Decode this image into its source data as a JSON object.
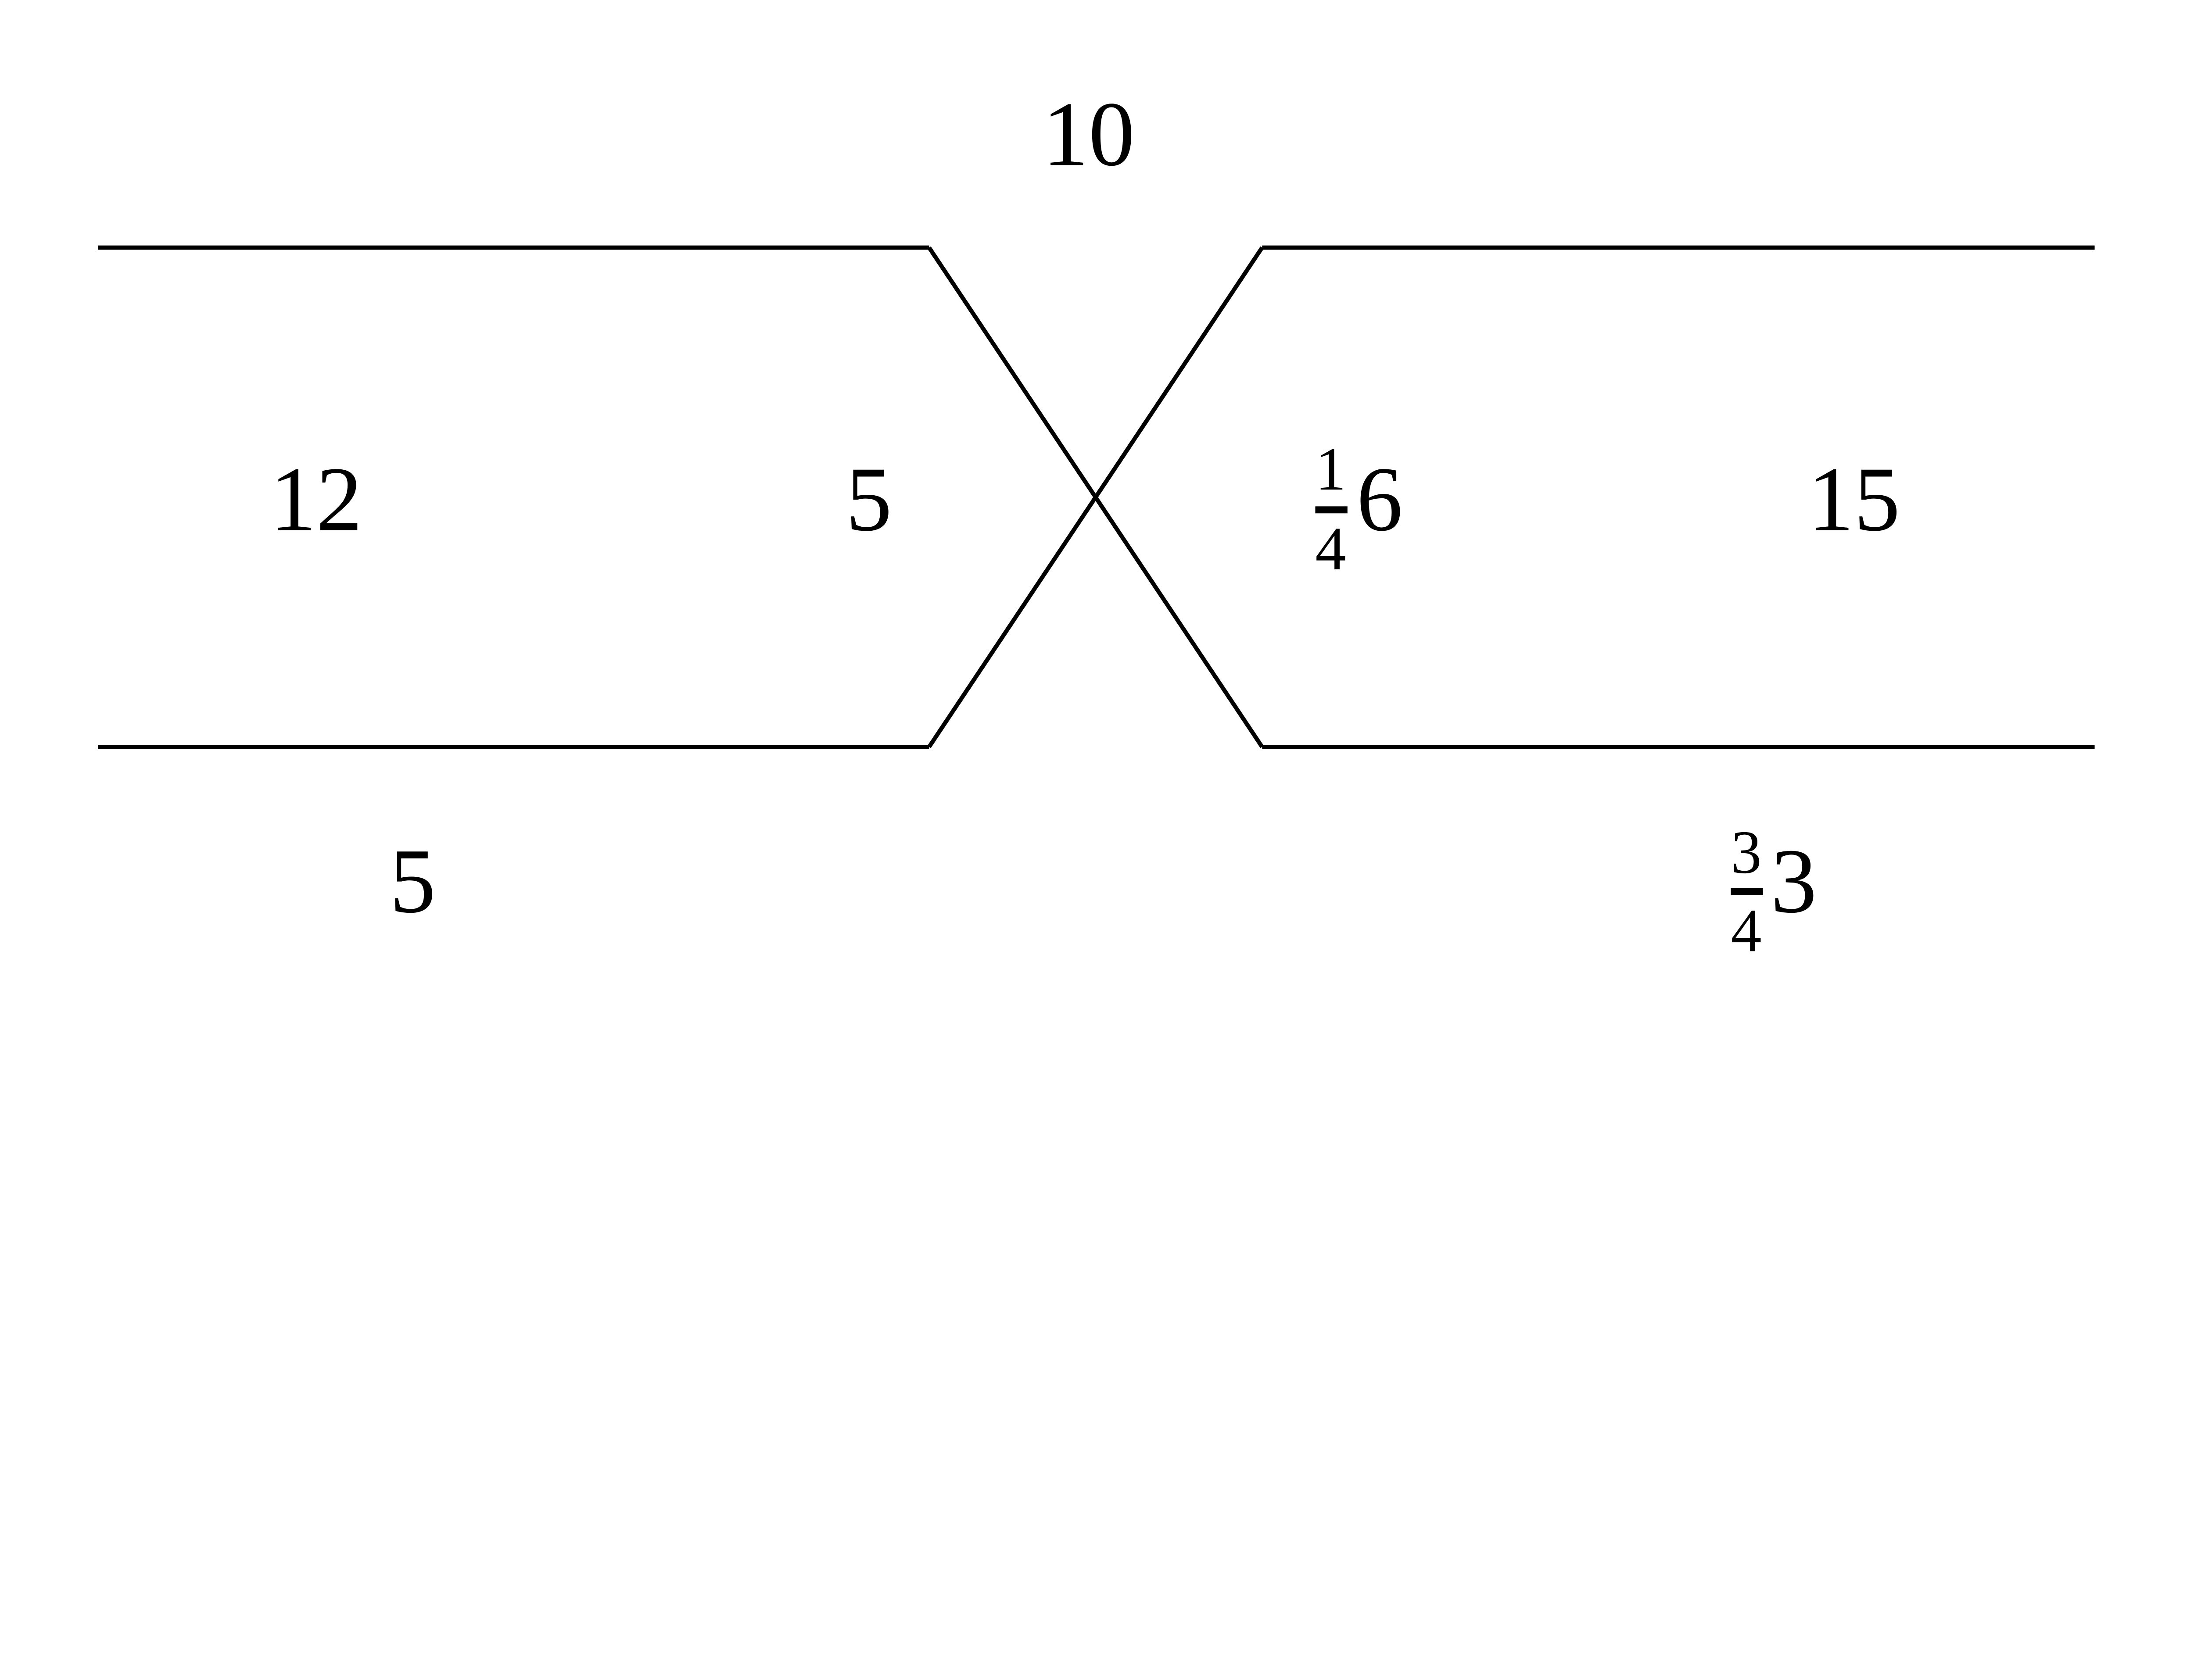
{
  "colors": {
    "line": "#000000",
    "background": "#ffffff"
  },
  "labels": {
    "top_center": "10",
    "left_outer": "12",
    "left_inner": "5",
    "right_inner": {
      "numerator": "1",
      "denominator": "4",
      "whole": "6"
    },
    "right_outer": "15",
    "bottom_left": "5",
    "bottom_right": {
      "numerator": "3",
      "denominator": "4",
      "whole": "3"
    }
  }
}
